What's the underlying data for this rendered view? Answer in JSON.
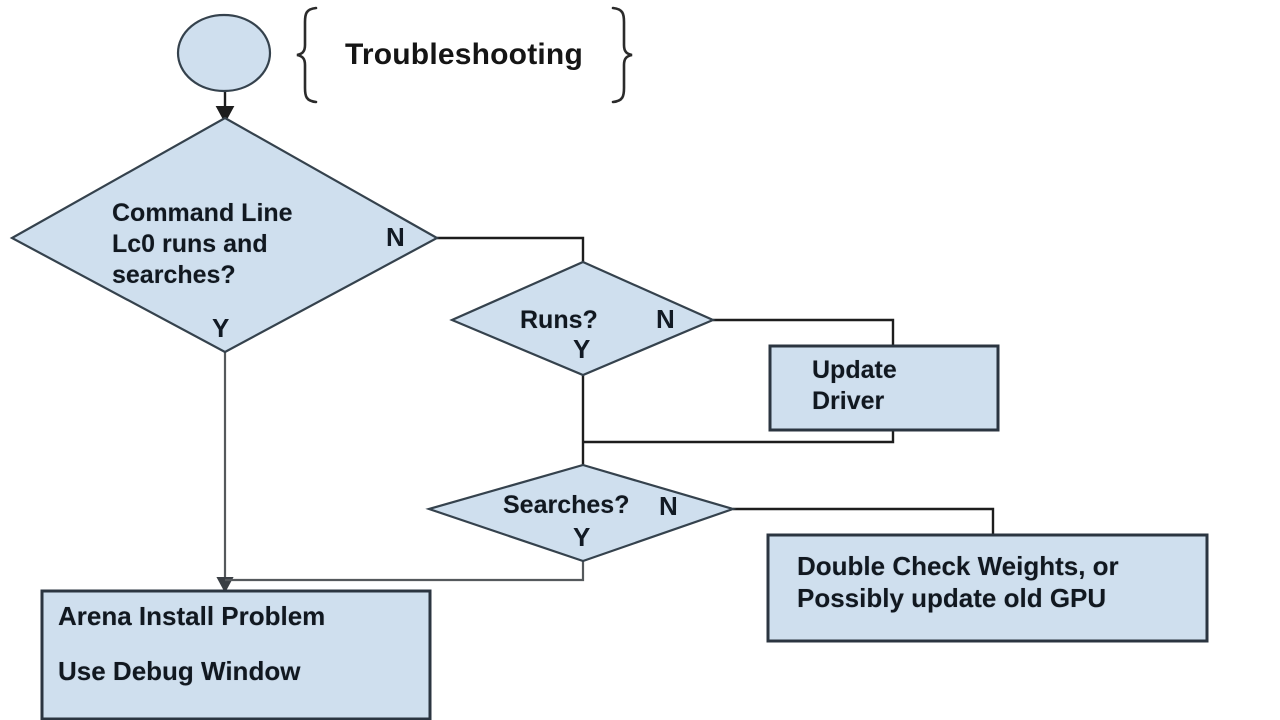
{
  "diagram": {
    "title": "Troubleshooting",
    "brace_left": "{",
    "brace_right": "}",
    "colors": {
      "shape_fill": "#cfdfee",
      "shape_stroke": "#35424d",
      "box_stroke": "#2b3540",
      "connector": "#55595c",
      "text": "#111820",
      "background": "#ffffff"
    },
    "start": {
      "shape": "ellipse",
      "label": ""
    },
    "decisions": [
      {
        "id": "command-line",
        "shape": "diamond",
        "text": "Command Line\nLc0 runs and\nsearches?",
        "yes_label": "Y",
        "no_label": "N"
      },
      {
        "id": "runs",
        "shape": "diamond",
        "text": "Runs?",
        "yes_label": "Y",
        "no_label": "N"
      },
      {
        "id": "searches",
        "shape": "diamond",
        "text": "Searches?",
        "yes_label": "Y",
        "no_label": "N"
      }
    ],
    "processes": [
      {
        "id": "update-driver",
        "shape": "rectangle",
        "text": "Update\nDriver"
      },
      {
        "id": "double-check-weights",
        "shape": "rectangle",
        "text": "Double Check Weights, or\nPossibly update old GPU"
      },
      {
        "id": "arena-install",
        "shape": "rectangle",
        "line1": "Arena Install Problem",
        "line2": "Use Debug Window"
      }
    ],
    "edges": [
      {
        "from": "start",
        "to": "command-line",
        "label": ""
      },
      {
        "from": "command-line",
        "to": "runs",
        "label": "N"
      },
      {
        "from": "command-line",
        "to": "arena-install",
        "label": "Y"
      },
      {
        "from": "runs",
        "to": "update-driver",
        "label": "N"
      },
      {
        "from": "runs",
        "to": "searches",
        "label": "Y"
      },
      {
        "from": "update-driver",
        "to": "searches",
        "label": ""
      },
      {
        "from": "searches",
        "to": "double-check-weights",
        "label": "N"
      },
      {
        "from": "searches",
        "to": "arena-install",
        "label": "Y"
      }
    ]
  }
}
